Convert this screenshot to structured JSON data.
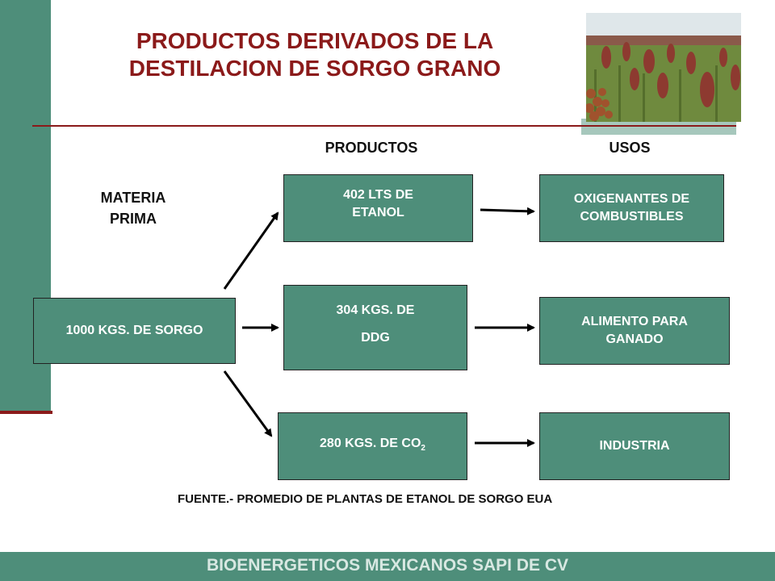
{
  "title": {
    "line1": "PRODUCTOS DERIVADOS DE LA",
    "line2": "DESTILACION  DE SORGO GRANO"
  },
  "headers": {
    "productos": "PRODUCTOS",
    "usos": "USOS",
    "materia_prima_line1": "MATERIA",
    "materia_prima_line2": "PRIMA"
  },
  "nodes": {
    "input": "1000 KGS. DE SORGO",
    "etanol_line1": "402 LTS DE",
    "etanol_line2": "ETANOL",
    "ddg_line1": "304 KGS. DE",
    "ddg_line2": "DDG",
    "co2_main": "280 KGS. DE CO",
    "co2_sub": "2",
    "uso_etanol_line1": "OXIGENANTES DE",
    "uso_etanol_line2": "COMBUSTIBLES",
    "uso_ddg_line1": "ALIMENTO PARA",
    "uso_ddg_line2": "GANADO",
    "uso_co2": "INDUSTRIA"
  },
  "source": "FUENTE.- PROMEDIO DE PLANTAS DE ETANOL DE SORGO EUA",
  "footer": "BIOENERGETICOS MEXICANOS SAPI DE CV",
  "colors": {
    "accent_green": "#4e8e7a",
    "title_red": "#8b1a1a",
    "footer_text": "#d8e8e2"
  }
}
